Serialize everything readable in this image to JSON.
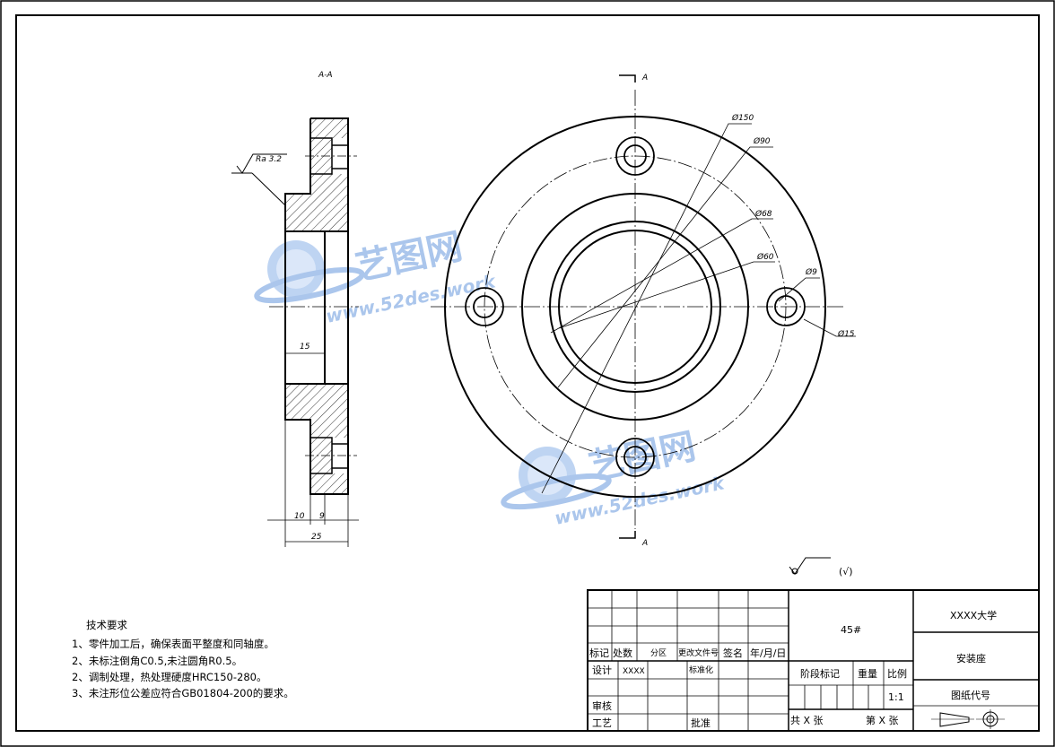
{
  "section_label": "A-A",
  "cut_marks": [
    "A",
    "A"
  ],
  "roughness": "Ra 3.2",
  "dims": {
    "d150": "Ø150",
    "d90": "Ø90",
    "d68": "Ø68",
    "d60": "Ø60",
    "d9": "Ø9",
    "d15": "Ø15",
    "w15": "15",
    "w10": "10",
    "w9": "9",
    "w25": "25"
  },
  "surface_note": "(√)",
  "tech": {
    "title": "技术要求",
    "lines": [
      "1、零件加工后，确保表面平整度和同轴度。",
      "2、未标注倒角C0.5,未注圆角R0.5。",
      "2、调制处理，热处理硬度HRC150-280。",
      "3、未注形位公差应符合GB01804-200的要求。"
    ]
  },
  "title_block": {
    "material": "45#",
    "org": "XXXX大学",
    "part_name": "安装座",
    "drawing_no": "图纸代号",
    "h_mark": "标记",
    "h_count": "处数",
    "h_zone": "分区",
    "h_doc": "更改文件号",
    "h_sign": "签名",
    "h_date": "年/月/日",
    "design": "设计",
    "designer": "XXXX",
    "standard": "标准化",
    "stage": "阶段标记",
    "weight": "重量",
    "scale": "比例",
    "scale_val": "1:1",
    "review": "审核",
    "process": "工艺",
    "approve": "批准",
    "total": "共 X 张",
    "sheet": "第 X 张"
  },
  "watermark": {
    "brand": "艺图网",
    "url": "www.52des.work"
  }
}
